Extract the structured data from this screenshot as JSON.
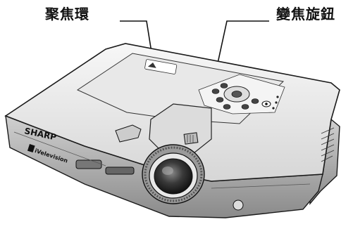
{
  "labels": {
    "focus_ring": "聚焦環",
    "zoom_knob": "變焦旋鈕"
  },
  "device": {
    "brand": "SHARP",
    "badge": "iVelevision"
  },
  "icons": {
    "power": "power-icon",
    "dpad": "dpad-icon"
  },
  "colors": {
    "outline": "#1a1a1a",
    "body_light": "#f2f2f2",
    "body_mid": "#c9c9c9",
    "body_dark": "#7a7a7a",
    "lens_glass": "#2b2b2b"
  }
}
